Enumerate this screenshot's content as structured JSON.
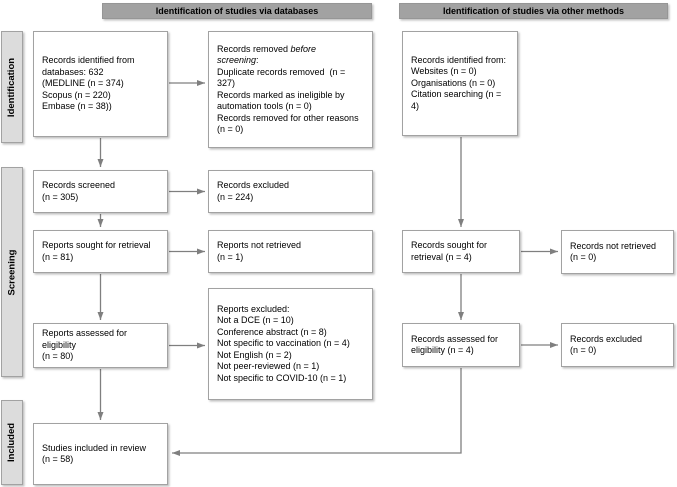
{
  "headers": {
    "databases": "Identification of studies via databases",
    "other_methods": "Identification of studies via other methods"
  },
  "sidebar_labels": {
    "identification": "Identification",
    "screening": "Screening",
    "included": "Included"
  },
  "left_column": {
    "records_identified": "Records identified from\ndatabases: 632\n(MEDLINE (n = 374)\nScopus (n = 220)\nEmbase (n = 38))",
    "records_removed_pre": "Records removed ",
    "records_removed_italic": "before\nscreening",
    "records_removed_rest": ":\nDuplicate records removed  (n =\n327)\nRecords marked as ineligible by\nautomation tools (n = 0)\nRecords removed for other reasons\n(n = 0)",
    "records_screened": "Records screened\n(n = 305)",
    "records_excluded": "Records excluded\n(n = 224)",
    "reports_sought": "Reports sought for retrieval\n(n = 81)",
    "reports_not_retrieved": "Reports not retrieved\n(n = 1)",
    "reports_assessed": "Reports assessed for\neligibility\n(n = 80)",
    "reports_excluded": "Reports excluded:\nNot a DCE (n = 10)\nConference abstract (n = 8)\nNot specific to vaccination (n = 4)\nNot English (n = 2)\nNot peer-reviewed (n = 1)\nNot specific to COVID-10 (n = 1)",
    "studies_included": "Studies included in review\n(n = 58)"
  },
  "right_column": {
    "records_identified": "Records identified from:\nWebsites (n = 0)\nOrganisations (n = 0)\nCitation searching (n =\n4)",
    "records_sought": "Records sought for\nretrieval (n = 4)",
    "records_not_retrieved": "Records not retrieved\n(n = 0)",
    "records_assessed": "Records assessed for\neligibility (n = 4)",
    "records_excluded": "Records excluded\n(n = 0)"
  },
  "colors": {
    "header_bg": "#a2a2a2",
    "sidebar_bg": "#dcdcdc",
    "box_border": "#a2a2a2",
    "arrow": "#7f7f7f",
    "text": "#000000"
  }
}
